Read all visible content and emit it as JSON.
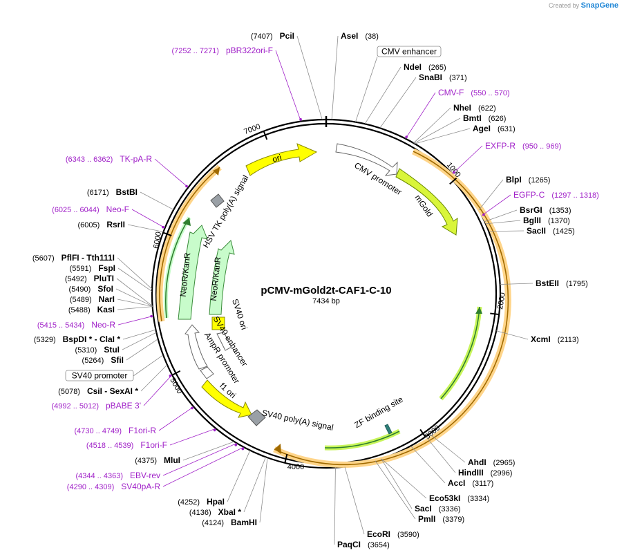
{
  "credit": {
    "prefix": "Created by",
    "brand": "SnapGene"
  },
  "plasmid": {
    "name": "pCMV-mGold2t-CAF1-C-10",
    "size_label": "7434 bp",
    "length": 7434
  },
  "ticks": [
    "1000",
    "2000",
    "3000",
    "4000",
    "5000",
    "6000",
    "7000"
  ],
  "enzymes": [
    {
      "name": "PciI",
      "pos": "(7407)",
      "loc": 7407
    },
    {
      "name": "AseI",
      "pos": "(38)",
      "loc": 38
    },
    {
      "name": "NdeI",
      "pos": "(265)",
      "loc": 265
    },
    {
      "name": "SnaBI",
      "pos": "(371)",
      "loc": 371
    },
    {
      "name": "NheI",
      "pos": "(622)",
      "loc": 622
    },
    {
      "name": "BmtI",
      "pos": "(626)",
      "loc": 626
    },
    {
      "name": "AgeI",
      "pos": "(631)",
      "loc": 631
    },
    {
      "name": "BlpI",
      "pos": "(1265)",
      "loc": 1265
    },
    {
      "name": "BsrGI",
      "pos": "(1353)",
      "loc": 1353
    },
    {
      "name": "BglII",
      "pos": "(1370)",
      "loc": 1370
    },
    {
      "name": "SacII",
      "pos": "(1425)",
      "loc": 1425
    },
    {
      "name": "BstEII",
      "pos": "(1795)",
      "loc": 1795
    },
    {
      "name": "XcmI",
      "pos": "(2113)",
      "loc": 2113
    },
    {
      "name": "AhdI",
      "pos": "(2965)",
      "loc": 2965
    },
    {
      "name": "HindIII",
      "pos": "(2996)",
      "loc": 2996
    },
    {
      "name": "AccI",
      "pos": "(3117)",
      "loc": 3117
    },
    {
      "name": "Eco53kI",
      "pos": "(3334)",
      "loc": 3334
    },
    {
      "name": "SacI",
      "pos": "(3336)",
      "loc": 3336
    },
    {
      "name": "PmlI",
      "pos": "(3379)",
      "loc": 3379
    },
    {
      "name": "EcoRI",
      "pos": "(3590)",
      "loc": 3590
    },
    {
      "name": "PaqCI",
      "pos": "(3654)",
      "loc": 3654
    },
    {
      "name": "BamHI",
      "pos": "(4124)",
      "loc": 4124
    },
    {
      "name": "XbaI *",
      "pos": "(4136)",
      "loc": 4136
    },
    {
      "name": "HpaI",
      "pos": "(4252)",
      "loc": 4252
    },
    {
      "name": "MluI",
      "pos": "(4375)",
      "loc": 4375
    },
    {
      "name": "CsiI  -  SexAI *",
      "pos": "(5078)",
      "loc": 5078
    },
    {
      "name": "SfiI",
      "pos": "(5264)",
      "loc": 5264
    },
    {
      "name": "StuI",
      "pos": "(5310)",
      "loc": 5310
    },
    {
      "name": "BspDI *  -  ClaI *",
      "pos": "(5329)",
      "loc": 5329
    },
    {
      "name": "KasI",
      "pos": "(5488)",
      "loc": 5488
    },
    {
      "name": "NarI",
      "pos": "(5489)",
      "loc": 5489
    },
    {
      "name": "SfoI",
      "pos": "(5490)",
      "loc": 5490
    },
    {
      "name": "PluTI",
      "pos": "(5492)",
      "loc": 5492
    },
    {
      "name": "FspI",
      "pos": "(5591)",
      "loc": 5591
    },
    {
      "name": "PflFI  -  Tth111I",
      "pos": "(5607)",
      "loc": 5607
    },
    {
      "name": "RsrII",
      "pos": "(6005)",
      "loc": 6005
    },
    {
      "name": "BstBI",
      "pos": "(6171)",
      "loc": 6171
    }
  ],
  "primers": [
    {
      "name": "pBR322ori-F",
      "pos": "(7252 .. 7271)",
      "loc": 7262
    },
    {
      "name": "CMV-F",
      "pos": "(550 .. 570)",
      "loc": 560
    },
    {
      "name": "EXFP-R",
      "pos": "(950 .. 969)",
      "loc": 960
    },
    {
      "name": "EGFP-C",
      "pos": "(1297 .. 1318)",
      "loc": 1308
    },
    {
      "name": "F1ori-R",
      "pos": "(4730 .. 4749)",
      "loc": 4740
    },
    {
      "name": "F1ori-F",
      "pos": "(4518 .. 4539)",
      "loc": 4528
    },
    {
      "name": "EBV-rev",
      "pos": "(4344 .. 4363)",
      "loc": 4354
    },
    {
      "name": "SV40pA-R",
      "pos": "(4290 .. 4309)",
      "loc": 4300
    },
    {
      "name": "pBABE 3'",
      "pos": "(4992 .. 5012)",
      "loc": 5002
    },
    {
      "name": "Neo-R",
      "pos": "(5415 .. 5434)",
      "loc": 5424
    },
    {
      "name": "Neo-F",
      "pos": "(6025 .. 6044)",
      "loc": 6034
    },
    {
      "name": "TK-pA-R",
      "pos": "(6343 .. 6362)",
      "loc": 6352
    }
  ],
  "boxed_features": [
    {
      "name": "CMV enhancer",
      "loc": 200
    },
    {
      "name": "SV40 promoter",
      "loc": 5150
    }
  ],
  "features": [
    {
      "name": "CMV promoter",
      "color": "#ffffff",
      "stroke": "#666666"
    },
    {
      "name": "mGold",
      "color": "#d9f53a",
      "stroke": "#6a8a00"
    },
    {
      "name": "ori",
      "color": "#ffff00",
      "stroke": "#8a8a00"
    },
    {
      "name": "HSV TK poly(A) signal",
      "color": "#9aa0a6",
      "stroke": "#555555"
    },
    {
      "name": "NeoR/KanR",
      "color": "#c8fccb",
      "stroke": "#3a8a3a"
    },
    {
      "name": "NeoR/KanR",
      "color": "#c8fccb",
      "stroke": "#3a8a3a"
    },
    {
      "name": "SV40 ori",
      "color": "#ffff00",
      "stroke": "#8a8a00"
    },
    {
      "name": "SV40 enhancer",
      "color": "#ffffff",
      "stroke": "#666666"
    },
    {
      "name": "AmpR promoter",
      "color": "#ffffff",
      "stroke": "#666666"
    },
    {
      "name": "f1 ori",
      "color": "#ffff00",
      "stroke": "#8a8a00"
    },
    {
      "name": "SV40 poly(A) signal",
      "color": "#9aa0a6",
      "stroke": "#555555"
    },
    {
      "name": "ZF binding site",
      "color": "#2f7f7a",
      "stroke": "#1f5f5a"
    }
  ],
  "colors": {
    "backbone": "#000000",
    "orf_highlight": "#ffd58a",
    "orf_arrow": "#a06a00",
    "primer": "#a020c8"
  }
}
